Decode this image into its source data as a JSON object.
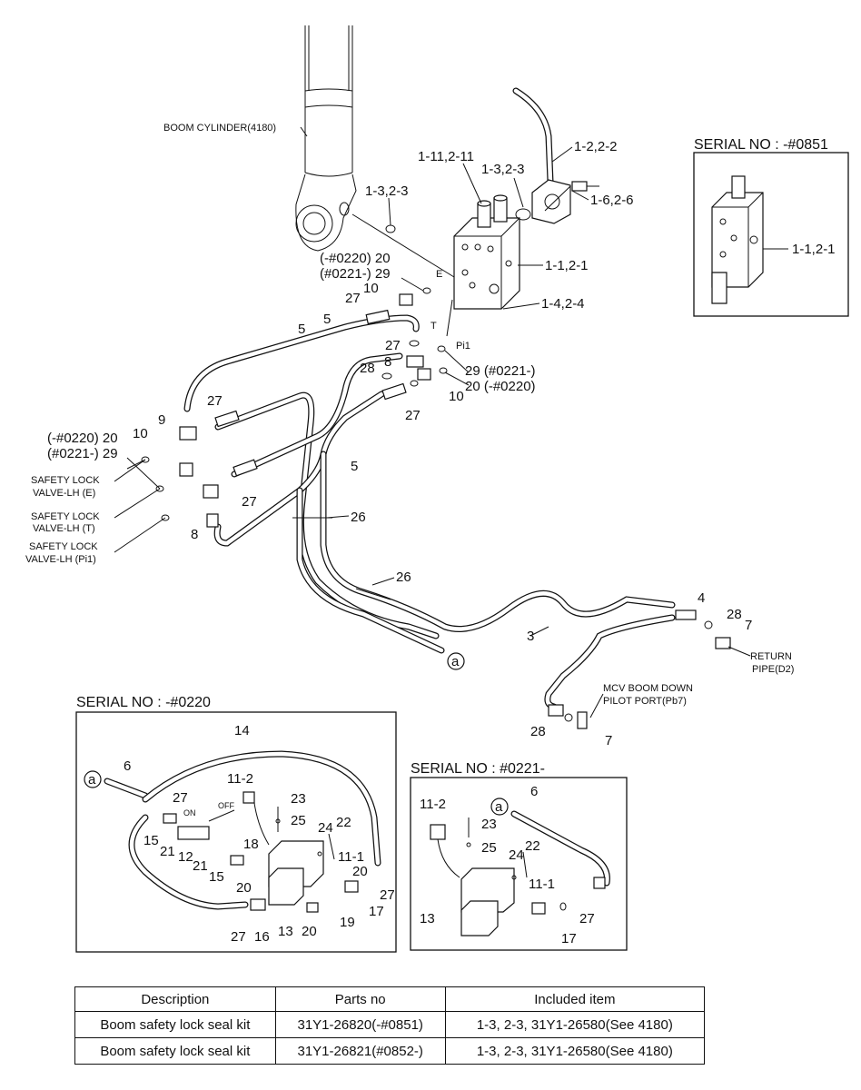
{
  "labels": {
    "boom_cylinder": "BOOM CYLINDER(4180)",
    "p_1_2_2_2": "1-2,2-2",
    "p_1_11_2_11": "1-11,2-11",
    "p_1_3_2_3_a": "1-3,2-3",
    "p_1_3_2_3_b": "1-3,2-3",
    "p_1_6_2_6": "1-6,2-6",
    "p_1_1_2_1_a": "1-1,2-1",
    "p_1_1_2_1_b": "1-1,2-1",
    "p_1_4_2_4": "1-4,2-4",
    "p_20_top_a": "(-#0220) 20",
    "p_29_top_a": "(#0221-) 29",
    "p_29_right": "29 (#0221-)",
    "p_20_right": "20 (-#0220)",
    "p_20_left": "(-#0220) 20",
    "p_29_left": "(#0221-) 29",
    "port_e": "E",
    "port_t": "T",
    "port_pi1": "Pi1",
    "n5a": "5",
    "n5b": "5",
    "n5c": "5",
    "n10a": "10",
    "n10b": "10",
    "n10c": "10",
    "n27a": "27",
    "n27b": "27",
    "n27c": "27",
    "n27d": "27",
    "n27e": "27",
    "n28a": "28",
    "n28b": "28",
    "n28c": "28",
    "n8a": "8",
    "n8b": "8",
    "n9": "9",
    "n26a": "26",
    "n26b": "26",
    "n4": "4",
    "n3": "3",
    "n7a": "7",
    "n7b": "7",
    "safety_e_1": "SAFETY LOCK",
    "safety_e_2": "VALVE-LH (E)",
    "safety_t_1": "SAFETY LOCK",
    "safety_t_2": "VALVE-LH (T)",
    "safety_p_1": "SAFETY LOCK",
    "safety_p_2": "VALVE-LH (Pi1)",
    "return_1": "RETURN",
    "return_2": "PIPE(D2)",
    "mcv_1": "MCV BOOM DOWN",
    "mcv_2": "PILOT PORT(Pb7)",
    "circle_a": "a"
  },
  "insets": {
    "serial_0851": "SERIAL NO : -#0851",
    "serial_0220": "SERIAL NO : -#0220",
    "serial_0221": "SERIAL NO : #0221-",
    "left_box": {
      "n14": "14",
      "n6": "6",
      "n11_2": "11-2",
      "n23": "23",
      "n25": "25",
      "n27a": "27",
      "on": "ON",
      "off": "OFF",
      "n15a": "15",
      "n21a": "21",
      "n12": "12",
      "n21b": "21",
      "n15b": "15",
      "n18": "18",
      "n24": "24",
      "n22": "22",
      "n11_1": "11-1",
      "n20a": "20",
      "n20b": "20",
      "n27b": "27",
      "n17": "17",
      "n27c": "27",
      "n16": "16",
      "n13": "13",
      "n20c": "20",
      "n19": "19"
    },
    "right_box": {
      "n11_2": "11-2",
      "n6": "6",
      "n23": "23",
      "n25": "25",
      "n24": "24",
      "n22": "22",
      "n11_1": "11-1",
      "n13": "13",
      "n27": "27",
      "n17": "17"
    }
  },
  "table": {
    "headers": [
      "Description",
      "Parts no",
      "Included item"
    ],
    "rows": [
      [
        "Boom safety lock seal kit",
        "31Y1-26820(-#0851)",
        "1-3, 2-3, 31Y1-26580(See 4180)"
      ],
      [
        "Boom safety lock seal kit",
        "31Y1-26821(#0852-)",
        "1-3, 2-3, 31Y1-26580(See 4180)"
      ]
    ]
  }
}
